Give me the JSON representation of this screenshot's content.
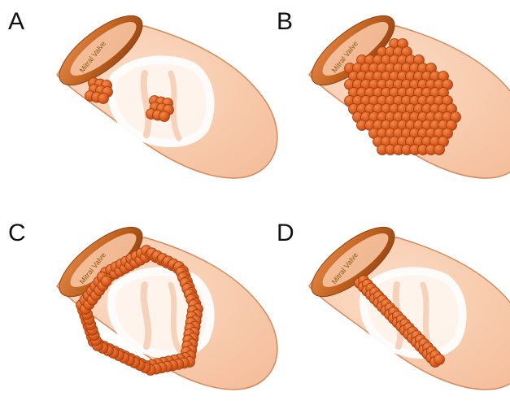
{
  "colors": {
    "ventricle_fill": "#f9cbae",
    "ventricle_stroke": "#d48a5c",
    "rim_dark": "#a9521c",
    "rim_light": "#e88c4c",
    "scar_fill": "#fff6ef",
    "scar_stroke": "#ffffff",
    "ablation_fill": "#dc5e22",
    "ablation_dark": "#b8450f",
    "label_color": "#111111",
    "valve_text_color": "#8a5a14"
  },
  "panels": [
    {
      "label": "A",
      "valve_label": "Mitral Valve",
      "ablation_pattern": "two-focal-clusters"
    },
    {
      "label": "B",
      "valve_label": "Mitral Valve",
      "ablation_pattern": "complete-coverage"
    },
    {
      "label": "C",
      "valve_label": "Mitral Valve",
      "ablation_pattern": "circumferential-ring"
    },
    {
      "label": "D",
      "valve_label": "Mitral Valve",
      "ablation_pattern": "linear-transection"
    }
  ]
}
